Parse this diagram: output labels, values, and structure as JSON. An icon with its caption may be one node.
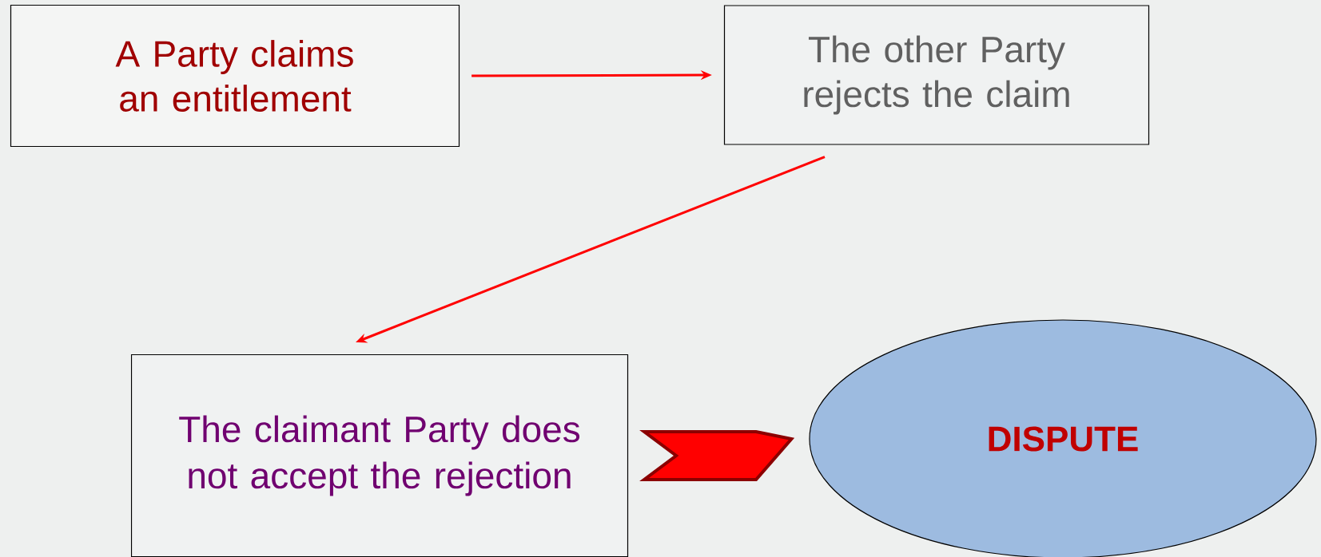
{
  "diagram": {
    "nodes": [
      {
        "text": [
          "A Party claims an entitlement"
        ]
      },
      {
        "text": [
          "The other Party rejects the claim"
        ]
      },
      {
        "text": [
          "The claimant Party does not accept the rejection"
        ]
      },
      {
        "text": [
          "DISPUTE"
        ]
      }
    ],
    "edges": [
      {
        "from": 0,
        "to": 1,
        "arrow": "to",
        "color": "#ff0000"
      },
      {
        "from": 1,
        "to": 2,
        "arrow": "to",
        "color": "#ff0000"
      },
      {
        "from": 2,
        "to": 3,
        "arrow": "to",
        "style": "thick",
        "color": "#8b0000"
      }
    ]
  }
}
